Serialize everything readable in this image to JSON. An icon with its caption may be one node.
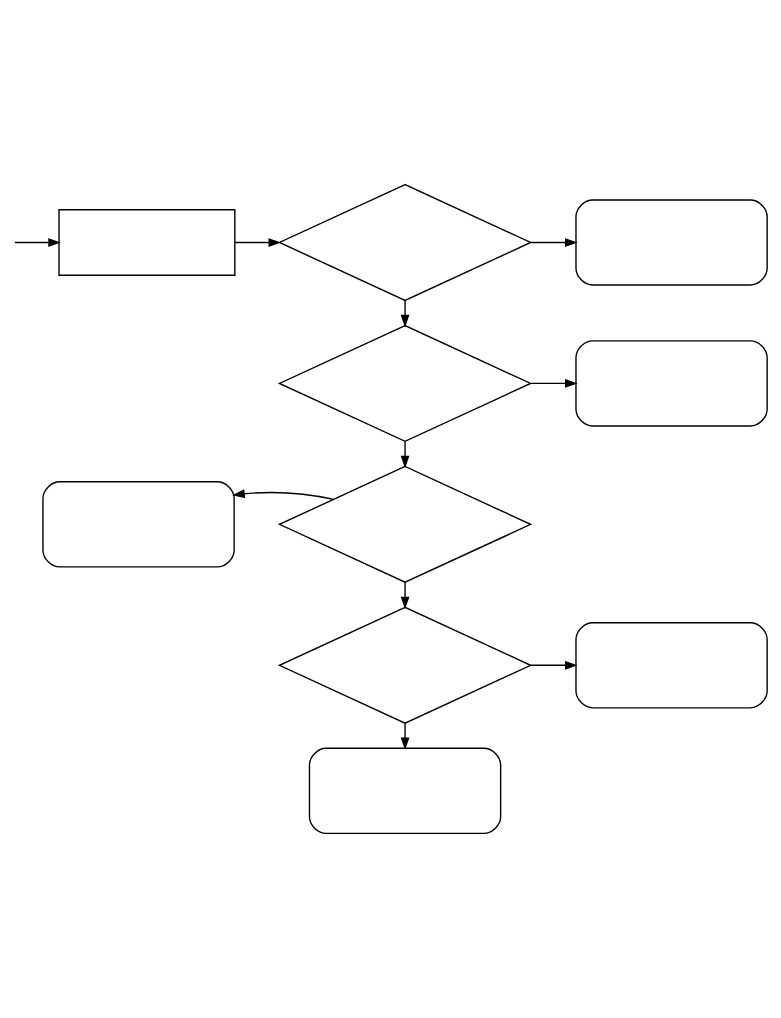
{
  "diagram": {
    "nodes": [
      {
        "text": [],
        "shape": "box"
      },
      {
        "text": [],
        "shape": "diamond"
      },
      {
        "text": [],
        "shape": "box"
      },
      {
        "text": [],
        "shape": "diamond"
      },
      {
        "text": [],
        "shape": "box"
      },
      {
        "text": [],
        "shape": "box"
      },
      {
        "text": [],
        "shape": "diamond"
      },
      {
        "text": [],
        "shape": "diamond"
      },
      {
        "text": [],
        "shape": "box"
      },
      {
        "text": [],
        "shape": "box"
      }
    ],
    "edges": [
      {
        "from": null,
        "to": 0,
        "arrow": "to"
      },
      {
        "from": 0,
        "to": 1,
        "arrow": "to"
      },
      {
        "from": 1,
        "to": 2,
        "arrow": "to"
      },
      {
        "from": 1,
        "to": 3,
        "arrow": "to"
      },
      {
        "from": 3,
        "to": 4,
        "arrow": "to"
      },
      {
        "from": 3,
        "to": 6,
        "arrow": "to"
      },
      {
        "from": 6,
        "to": 5,
        "arrow": "to"
      },
      {
        "from": 6,
        "to": 7,
        "arrow": "to"
      },
      {
        "from": 7,
        "to": 8,
        "arrow": "to"
      },
      {
        "from": 7,
        "to": 9,
        "arrow": "to"
      }
    ]
  }
}
